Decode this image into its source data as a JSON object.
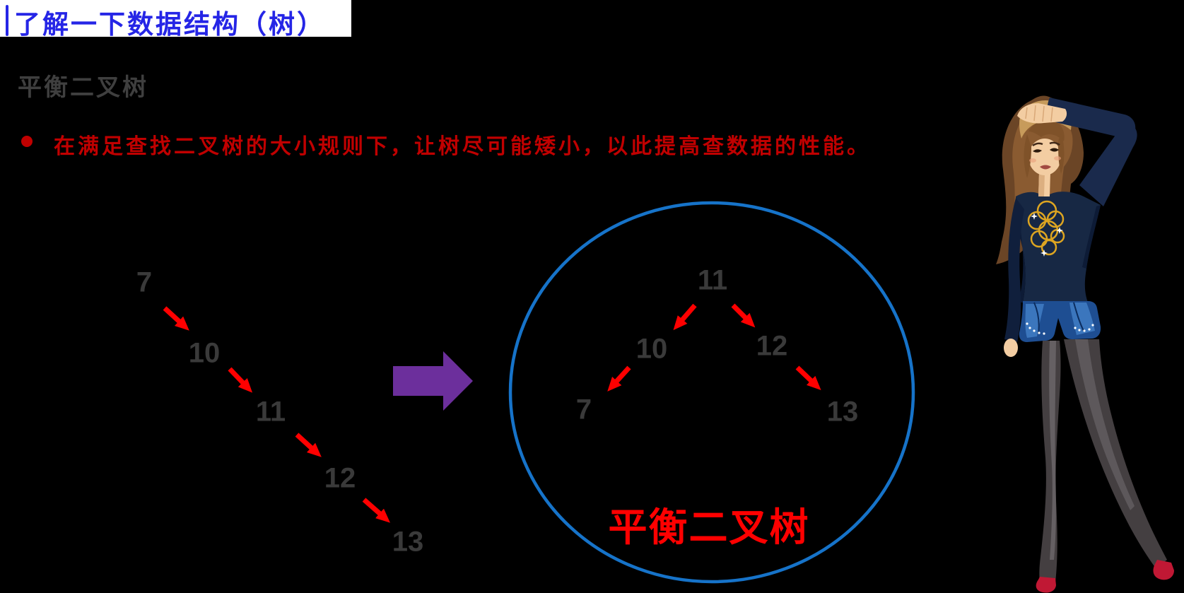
{
  "slide": {
    "title": "了解一下数据结构（树）",
    "heading": "平衡二叉树",
    "bullet": "在满足查找二叉树的大小规则下，让树尽可能矮小，以此提高查数据的性能。"
  },
  "left_tree": {
    "nodes": [
      "7",
      "10",
      "11",
      "12",
      "13"
    ]
  },
  "balanced_tree": {
    "nodes": [
      "11",
      "10",
      "12",
      "7",
      "13"
    ],
    "caption": "平衡二叉树"
  },
  "icons": {
    "bullet": "red-dot",
    "transform_arrow": "right-arrow",
    "tree_edge": "red-diagonal-arrow"
  },
  "colors": {
    "background": "#000000",
    "title_bg": "#FFFFFF",
    "title_blue": "#2525E6",
    "heading_gray": "#3F3F3F",
    "node_gray": "#3A3A3A",
    "bullet_red": "#C00000",
    "caption_red": "#FF0000",
    "arrow_red": "#FF0000",
    "transform_purple": "#6C2F9C",
    "circle_blue": "#1673C9"
  }
}
